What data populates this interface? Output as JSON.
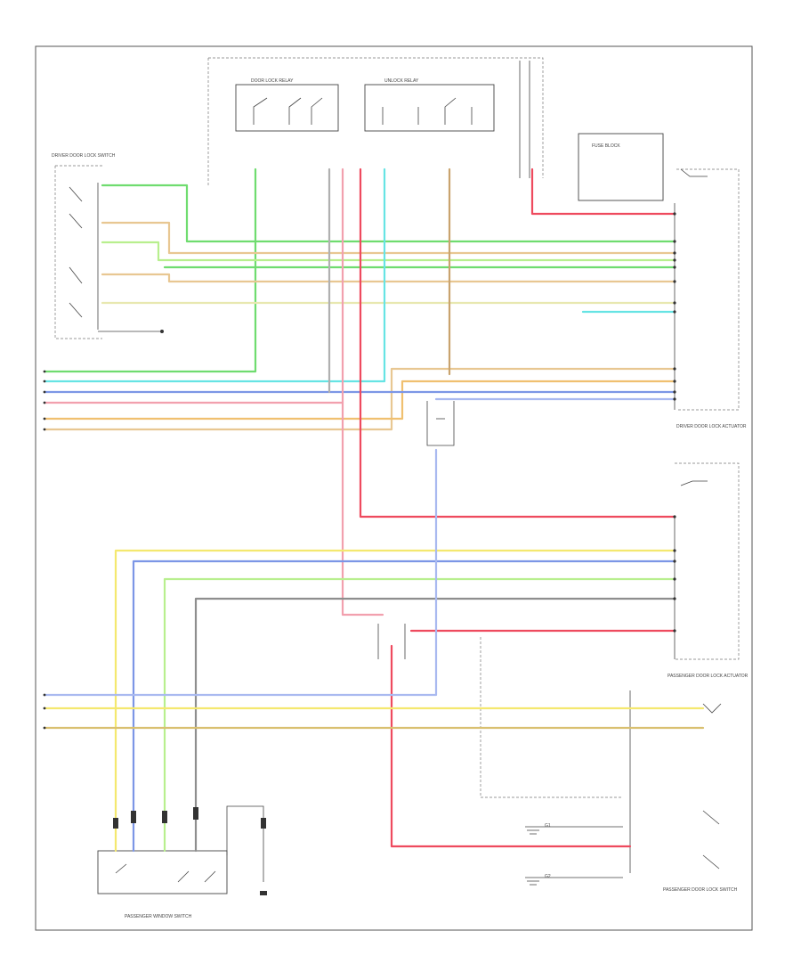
{
  "colors": {
    "green": "#6fdc6f",
    "tan": "#e8c792",
    "yellow": "#f4e86f",
    "lightgreen": "#b8ef8e",
    "cyan": "#66e4e4",
    "blue": "#7c96e6",
    "pink": "#f2a0ae",
    "red": "#ee4a5e",
    "grey": "#8e8e8e",
    "ltblue": "#a9b9f0",
    "gold": "#d9c070",
    "orange": "#f0c070"
  },
  "components": [
    {
      "id": "driver-door-switch",
      "label": "DRIVER DOOR LOCK SWITCH"
    },
    {
      "id": "door-lock-relay",
      "label": "DOOR LOCK RELAY"
    },
    {
      "id": "unlock-relay",
      "label": "UNLOCK RELAY"
    },
    {
      "id": "fuse-block",
      "label": "FUSE BLOCK"
    },
    {
      "id": "driver-lock-actuator",
      "label": "DRIVER DOOR LOCK ACTUATOR"
    },
    {
      "id": "passenger-lock-actuator",
      "label": "PASSENGER DOOR LOCK ACTUATOR"
    },
    {
      "id": "pass-door-switch",
      "label": "PASSENGER DOOR LOCK SWITCH"
    },
    {
      "id": "pass-window-switch",
      "label": "PASSENGER WINDOW SWITCH"
    },
    {
      "id": "ground-g1",
      "label": "G1"
    },
    {
      "id": "ground-g2",
      "label": "G2"
    }
  ],
  "footer": {
    "code": ""
  }
}
